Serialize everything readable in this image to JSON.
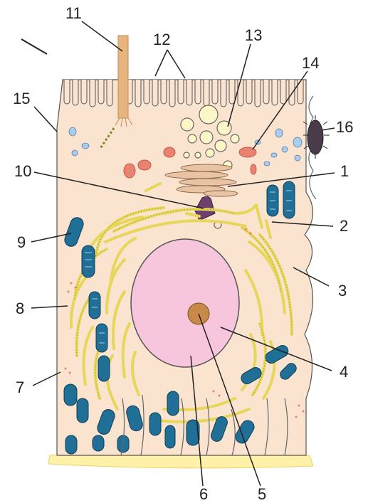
{
  "labels": {
    "l1": "1",
    "l2": "2",
    "l3": "3",
    "l4": "4",
    "l5": "5",
    "l6": "6",
    "l7": "7",
    "l8": "8",
    "l9": "9",
    "l10": "10",
    "l11": "11",
    "l12": "12",
    "l13": "13",
    "l14": "14",
    "l15": "15",
    "l16": "16"
  },
  "colors": {
    "cytoplasm": "#fbe4cf",
    "nucleus": "#f7c6dd",
    "nucleolus": "#c98a49",
    "er": "#f5ec80",
    "mitochondria": "#1f6f97",
    "basement": "#fff1a8",
    "secretory_granule": "#e9826e",
    "vesicle": "#a9cdee",
    "lysosome": "#6e3f6b",
    "golgi": "#e9c3a3"
  }
}
